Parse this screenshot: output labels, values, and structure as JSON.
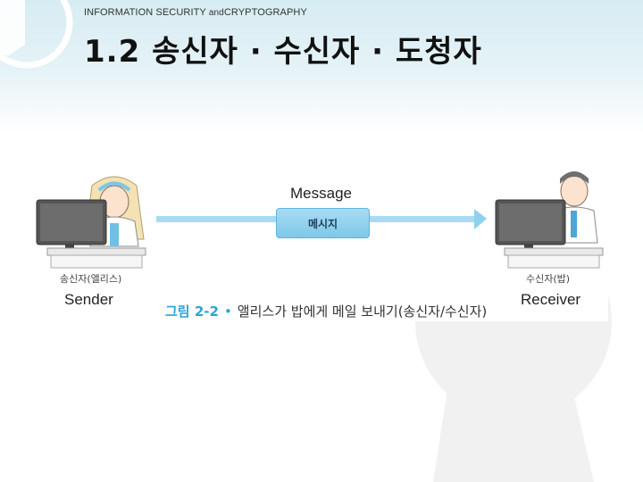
{
  "header": {
    "subject_prefix": "INFORMATION SECURITY",
    "subject_and": "and",
    "subject_suffix": "CRYPTOGRAPHY",
    "title": "1.2 송신자 · 수신자 · 도청자"
  },
  "figure": {
    "message_en": "Message",
    "message_box": "메시지",
    "sender_ko": "송신자(앨리스)",
    "receiver_ko": "수신자(밥)",
    "sender_en": "Sender",
    "receiver_en": "Receiver",
    "caption_number": "그림 2-2",
    "caption_bullet": "•",
    "caption_text": "앨리스가 밥에게 메일 보내기(송신자/수신자)"
  },
  "colors": {
    "accent": "#2aa3d8",
    "arrow": "#a6dcf3",
    "header_band": "#d6ecf3"
  },
  "icons": [
    "sender-illustration",
    "receiver-illustration",
    "arrow-right-icon",
    "lock-decoration",
    "keyhole-decoration"
  ]
}
